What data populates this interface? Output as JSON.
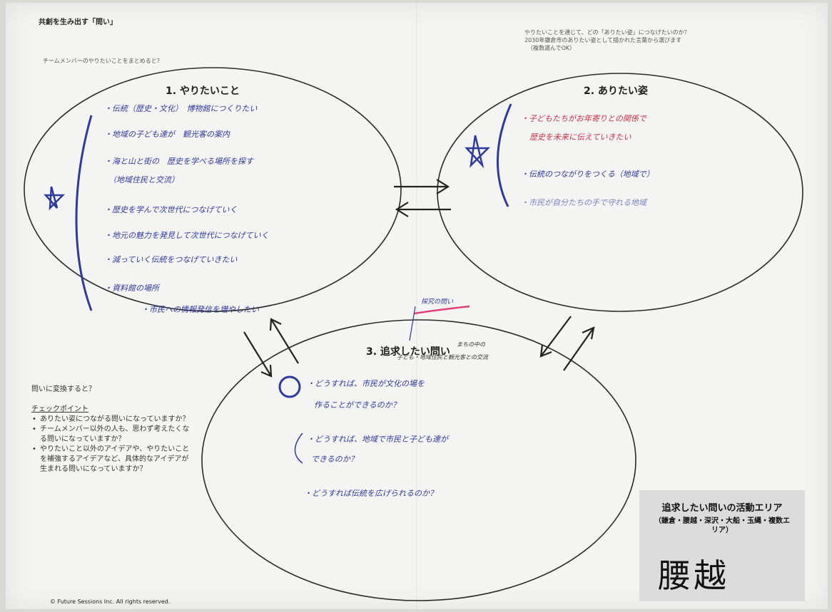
{
  "header": {
    "title": "共創を生み出す「問い」",
    "team_prompt": "チームメンバーのやりたいことをまとめると？",
    "right_prompt": [
      "やりたいことを通じて、どの「ありたい姿」につなげたいのか？",
      "2030年鎌倉市のありたい姿として描かれた言葉から選びます",
      "（複数選んでOK）"
    ]
  },
  "circles": {
    "c1": {
      "title": "1. やりたいこと",
      "notes": [
        "・伝統（歴史・文化）　博物館につくりたい",
        "・地域の子ども達が　観光客の案内",
        "・海と山と街の　歴史を学べる場所を探す",
        "（地域住民と交流）",
        "・歴史を学んで次世代につなげていく",
        "・地元の魅力を発見して次世代につなげていく",
        "・減っていく伝統をつなげていきたい",
        "・資料館の場所",
        "・市民への情報発信を増やしたい"
      ]
    },
    "c2": {
      "title": "2. ありたい姿",
      "notes": [
        "・子どもたちがお年寄りとの関係で",
        "歴史を未来に伝えていきたい",
        "・伝統のつながりをつくる（地域で）",
        "・市民が自分たちの手で守れる地域"
      ]
    },
    "c3": {
      "title": "3. 追求したい問い",
      "side_note": [
        "まちの中の",
        "子ども・地域住民と観光客との交流"
      ],
      "callout": "探究の問い",
      "notes": [
        "・どうすれば、市民が文化の場を",
        "作ることができるのか？",
        "・どうすれば、地域で市民と子ども達が",
        "できるのか？",
        "・どうすれば伝統を広げられるのか？"
      ]
    }
  },
  "checkpoints": {
    "prompt": "問いに変換すると？",
    "heading": "チェックポイント",
    "items": [
      "ありたい姿につながる問いになっていますか？",
      "チームメンバー以外の人も、思わず考えたくなる問いになっていますか？",
      "やりたいこと以外のアイデアや、やりたいことを補強するアイデアなど、具体的なアイデアが生まれる問いになっていますか？"
    ]
  },
  "area": {
    "title": "追求したい問いの活動エリア",
    "subtitle": "（鎌倉・腰越・深沢・大船・玉縄・複数エリア）",
    "value": "腰越"
  },
  "footer": {
    "copyright": "© Future Sessions Inc. All rights reserved."
  },
  "colors": {
    "ink_blue": "#2f3a9e",
    "ink_red": "#c8324a",
    "ink_pink": "#e0407a",
    "ink_black": "#1c1c1c"
  }
}
